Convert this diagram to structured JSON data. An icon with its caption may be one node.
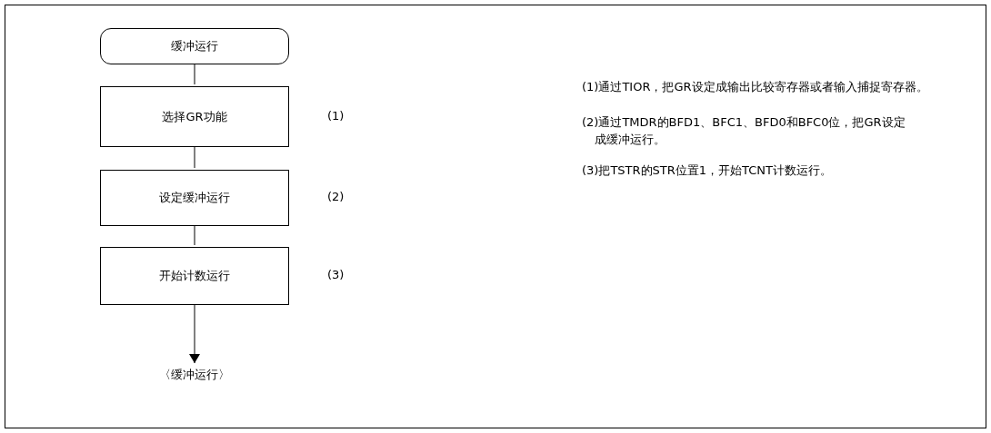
{
  "diagram": {
    "nodes": [
      {
        "text": [
          "缓冲运行"
        ]
      },
      {
        "text": [
          "选择GR功能"
        ],
        "beside": [
          "(1)"
        ]
      },
      {
        "text": [
          "设定缓冲运行"
        ],
        "beside": [
          "(2)"
        ]
      },
      {
        "text": [
          "开始计数运行"
        ],
        "beside": [
          "(3)"
        ]
      },
      {
        "text": [
          "〈缓冲运行〉"
        ]
      }
    ],
    "edges": [
      {
        "from": 0,
        "to": 1,
        "arrow": "none"
      },
      {
        "from": 1,
        "to": 2,
        "arrow": "none"
      },
      {
        "from": 2,
        "to": 3,
        "arrow": "none"
      },
      {
        "from": 3,
        "to": 4,
        "arrow": "to"
      }
    ],
    "labels": [
      "(1)通过TIOR，把GR设定成输出比较寄存器或者输入捕捉寄存器。",
      "(2)通过TMDR的BFD1、BFC1、BFD0和BFC0位，把GR设定成缓冲运行。",
      "(3)把TSTR的STR位置1，开始TCNT计数运行。"
    ]
  }
}
